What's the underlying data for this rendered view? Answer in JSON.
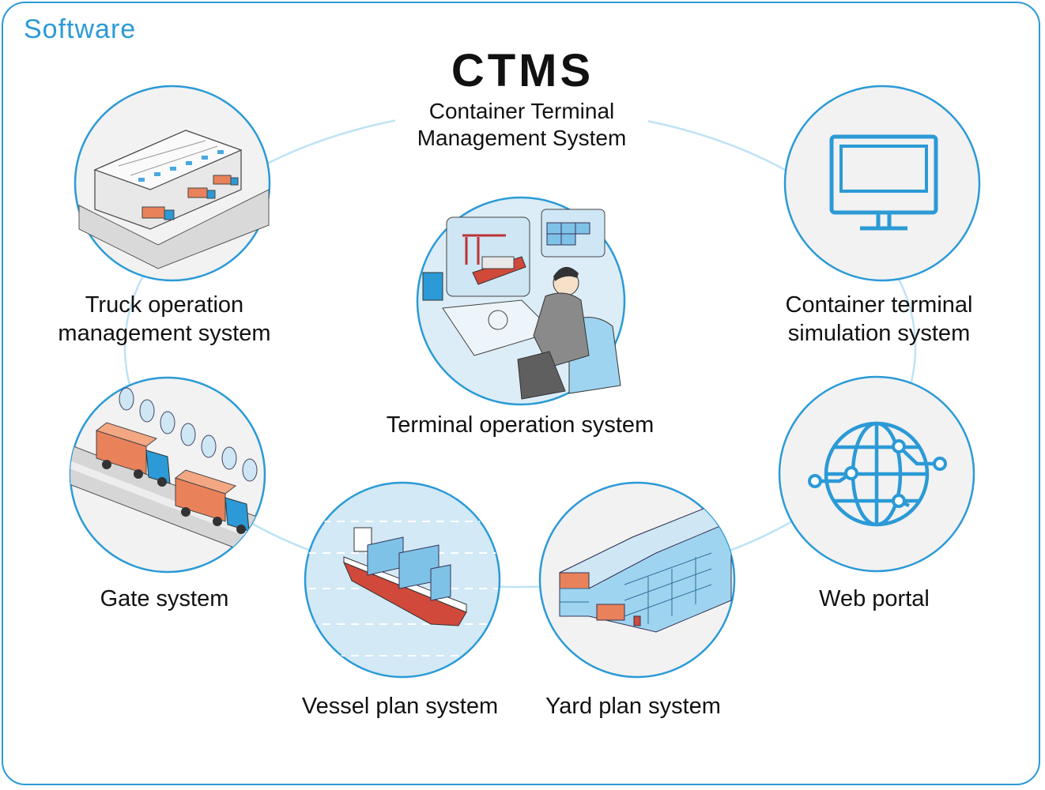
{
  "section_label": "Software",
  "title": "CTMS",
  "subtitle_line1": "Container Terminal",
  "subtitle_line2": "Management System",
  "labels": {
    "truck_line1": "Truck operation",
    "truck_line2": "management system",
    "simulation_line1": "Container terminal",
    "simulation_line2": "simulation system",
    "terminal": "Terminal operation system",
    "gate": "Gate system",
    "web": "Web portal",
    "vessel": "Vessel plan system",
    "yard": "Yard plan system"
  },
  "colors": {
    "accent": "#2b9ad6",
    "ring": "#bfe3f5",
    "circle_fill": "#f2f2f2",
    "container_orange": "#e9825a"
  },
  "icons": [
    "warehouse-illustration",
    "monitor-icon",
    "operator-illustration",
    "trucks-illustration",
    "globe-network-icon",
    "ship-illustration",
    "yard-containers-illustration"
  ]
}
